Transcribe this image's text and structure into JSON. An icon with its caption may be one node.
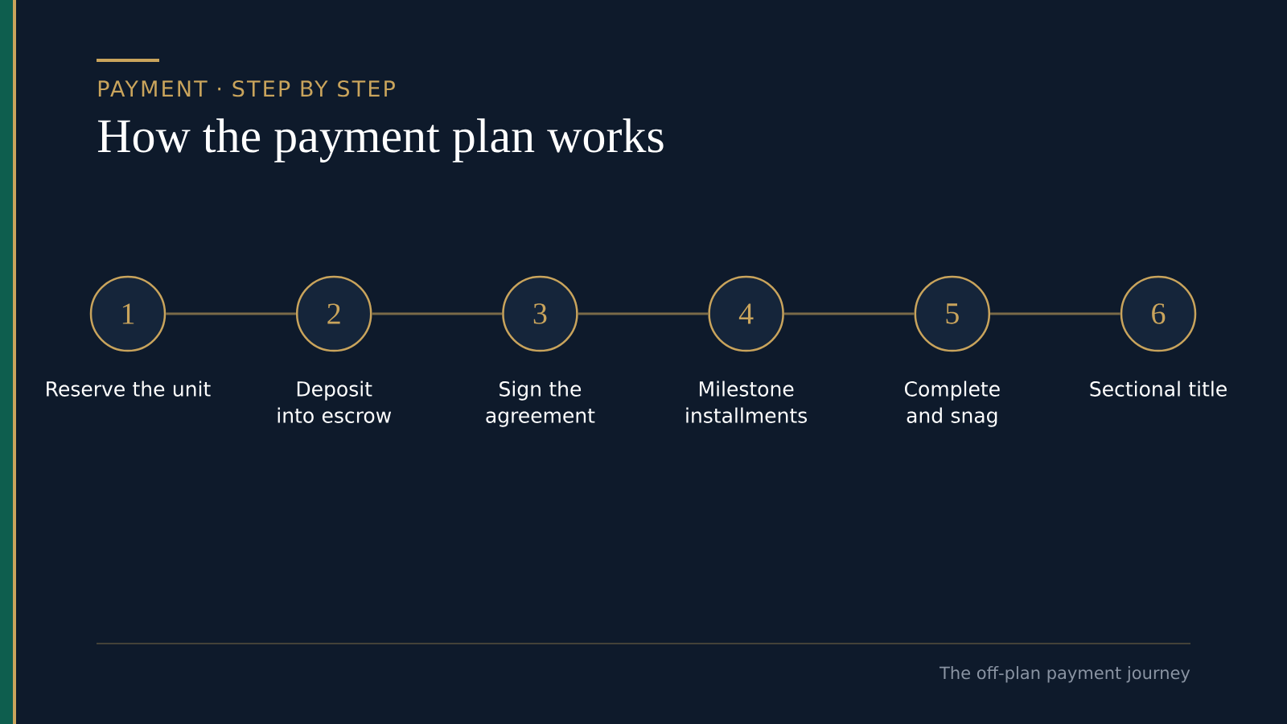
{
  "diagram": {
    "title": "How the payment plan works",
    "nodes": [
      {
        "text": [
          "1"
        ],
        "beside": [
          "Reserve the unit"
        ]
      },
      {
        "text": [
          "2"
        ],
        "beside": [
          "Deposit into escrow"
        ]
      },
      {
        "text": [
          "3"
        ],
        "beside": [
          "Sign the agreement"
        ]
      },
      {
        "text": [
          "4"
        ],
        "beside": [
          "Milestone installments"
        ]
      },
      {
        "text": [
          "5"
        ],
        "beside": [
          "Complete and snag"
        ]
      },
      {
        "text": [
          "6"
        ],
        "beside": [
          "Sectional title"
        ]
      }
    ],
    "edges": [
      {
        "from": 0,
        "to": 1,
        "arrow": "none"
      },
      {
        "from": 1,
        "to": 2,
        "arrow": "none"
      },
      {
        "from": 2,
        "to": 3,
        "arrow": "none"
      },
      {
        "from": 3,
        "to": 4,
        "arrow": "none"
      },
      {
        "from": 4,
        "to": 5,
        "arrow": "none"
      }
    ],
    "labels": [
      "PAYMENT · STEP BY STEP",
      "The off-plan payment journey"
    ]
  }
}
